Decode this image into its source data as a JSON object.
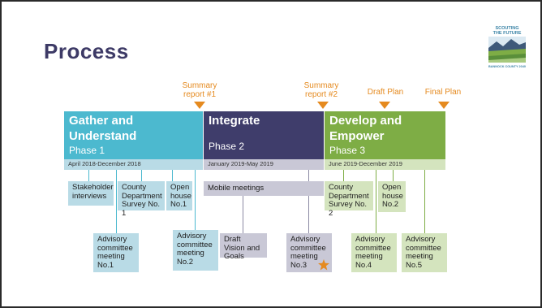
{
  "title": "Process",
  "logo": {
    "line1": "SCOUTING",
    "line2": "THE FUTURE",
    "line3": "BANNOCK COUNTY 2040"
  },
  "milestones": [
    {
      "id": "summary1",
      "label": "Summary report #1"
    },
    {
      "id": "summary2",
      "label": "Summary report #2"
    },
    {
      "id": "draft",
      "label": "Draft Plan"
    },
    {
      "id": "final",
      "label": "Final Plan"
    }
  ],
  "phases": [
    {
      "name": "Gather and Understand",
      "number": "Phase 1",
      "dates": "April 2018-December 2018"
    },
    {
      "name": "Integrate",
      "number": "Phase 2",
      "dates": "January 2019-May 2019"
    },
    {
      "name": "Develop and Empower",
      "number": "Phase 3",
      "dates": "June 2019-December 2019"
    }
  ],
  "activities": {
    "stakeholder": "Stakeholder interviews",
    "survey1": "County Department Survey No. 1",
    "openhouse1": "Open house No.1",
    "mobile": "Mobile meetings",
    "survey2": "County Department Survey No. 2",
    "openhouse2": "Open house No.2",
    "advisory1": "Advisory committee meeting No.1",
    "advisory2": "Advisory committee meeting No.2",
    "draftvision": "Draft Vision and Goals",
    "advisory3": "Advisory committee meeting No.3",
    "advisory4": "Advisory committee meeting No.4",
    "advisory5": "Advisory committee meeting No.5"
  },
  "colors": {
    "title": "#3d3a66",
    "milestone": "#e58a1f",
    "phase1": "#4cb9cf",
    "phase2": "#3f3d6b",
    "phase3": "#7ead45",
    "phase1_light": "#b9dbe6",
    "phase2_light": "#c9c8d6",
    "phase3_light": "#d4e4be"
  }
}
